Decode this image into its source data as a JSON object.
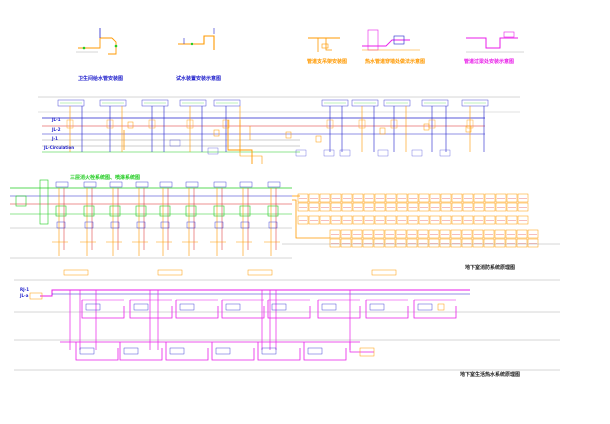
{
  "drawing": {
    "title": "CAD plumbing system schematic sheet",
    "colors": {
      "background": "#ffffff",
      "cold_water": "#2222cc",
      "hot_water": "#e91ee9",
      "drain": "#ff9900",
      "fire": "#22cc22",
      "gray": "#999999",
      "red": "#dd2222"
    },
    "top_details": {
      "labels": [
        "卫生间给水管安装图",
        "试水装置安装示意图",
        "管道支吊架安装图",
        "热水管道穿墙处做法示意图",
        "管道过梁处安装示意图"
      ]
    },
    "section_1": {
      "title": "给水系统图",
      "left_tags": [
        "JL-1",
        "JL-2",
        "J-1",
        "JL-Circulation"
      ]
    },
    "section_2": {
      "title": "三层消火栓系统图、喷淋系统图",
      "caption": "地下室消防系统原理图"
    },
    "section_3": {
      "caption": "地下室生活热水系统原理图",
      "left_tags": [
        "RJ-1",
        "JL-a"
      ]
    }
  }
}
